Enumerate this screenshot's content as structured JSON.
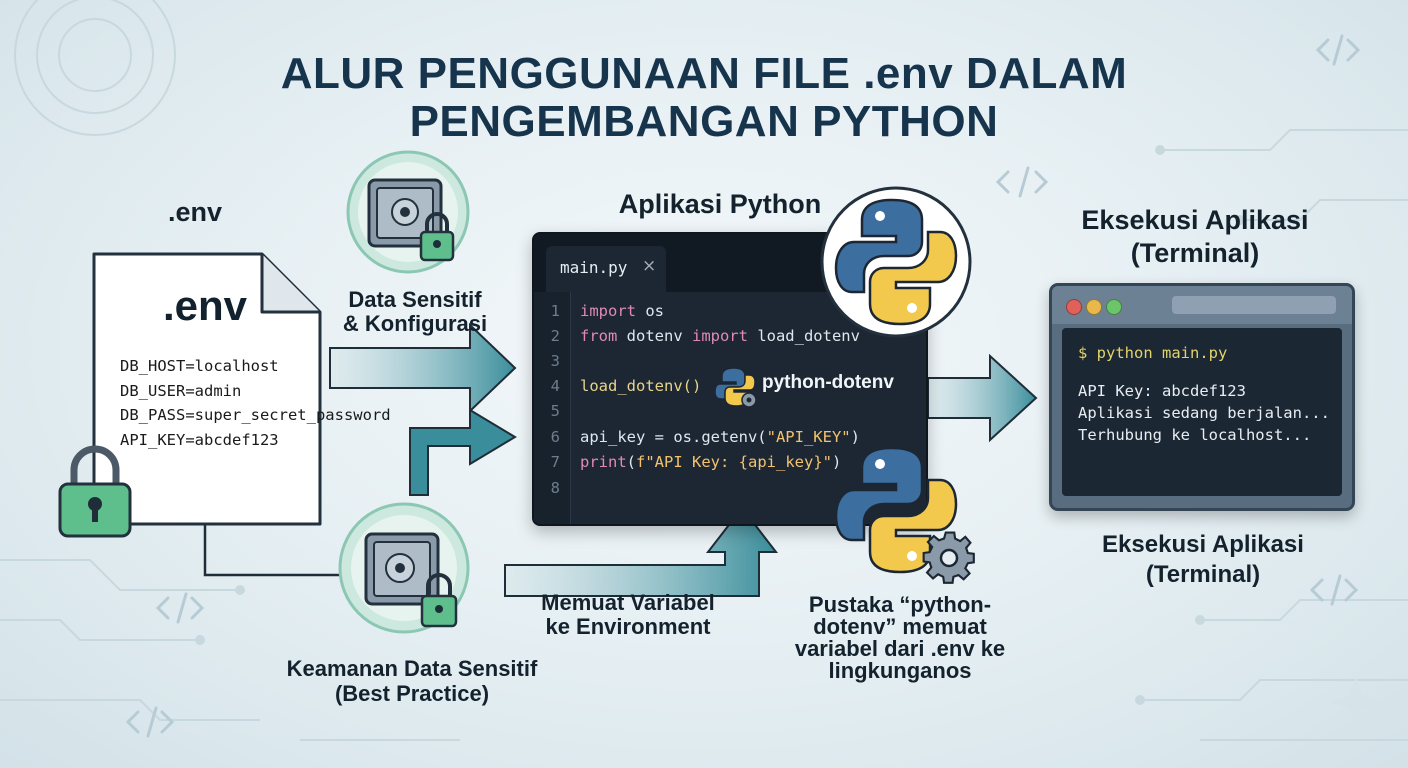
{
  "title": {
    "line1": "ALUR PENGGUNAAN FILE .env DALAM",
    "line2": "PENGEMBANGAN PYTHON"
  },
  "env_section": {
    "document_label": ".env",
    "file_title": ".env",
    "lines": [
      "DB_HOST=localhost",
      "DB_USER=admin",
      "DB_PASS=super_secret_password",
      "API_KEY=abcdef123"
    ]
  },
  "sensitive_data": {
    "label_line1": "Data Sensitif",
    "label_line2": "& Konfigurasi"
  },
  "security": {
    "label_line1": "Keamanan Data Sensitif",
    "label_line2": "(Best Practice)"
  },
  "app": {
    "label": "Aplikasi Python",
    "tab_name": "main.py",
    "tab_close": "×",
    "line_numbers": [
      "1",
      "2",
      "3",
      "4",
      "5",
      "6",
      "7",
      "8"
    ],
    "code": {
      "l1_kw": "import",
      "l1_rest": " os",
      "l2_kw1": "from",
      "l2_mid": " dotenv ",
      "l2_kw2": "import",
      "l2_rest": " load_dotenv",
      "l4": "load_dotenv()",
      "l6_pre": "api_key = os.getenv(",
      "l6_str": "\"API_KEY\"",
      "l6_post": ")",
      "l7_fn": "print",
      "l7_mid": "(",
      "l7_str": "f\"API Key: {api_key}\"",
      "l7_post": ")"
    },
    "library_badge": "python-dotenv"
  },
  "load_env": {
    "label_line1": "Memuat Variabel",
    "label_line2": "ke Environment"
  },
  "library": {
    "label_line1": "Pustaka “python-",
    "label_line2": "dotenv” memuat",
    "label_line3": "variabel dari .env ke",
    "label_line4": "lingkunganos"
  },
  "execution": {
    "label_top_line1": "Eksekusi Aplikasi",
    "label_top_line2": "(Terminal)",
    "label_bottom_line1": "Eksekusi Aplikasi",
    "label_bottom_line2": "(Terminal)",
    "terminal": {
      "command": "$ python main.py",
      "output": [
        "API Key: abcdef123",
        "Aplikasi sedang berjalan...",
        "Terhubung ke localhost..."
      ]
    }
  },
  "colors": {
    "title": "#17344d",
    "arrow": "#3a8e9b",
    "python_blue": "#3c6e9f",
    "python_yellow": "#f2c94c",
    "lock_green": "#5fbf8c"
  }
}
